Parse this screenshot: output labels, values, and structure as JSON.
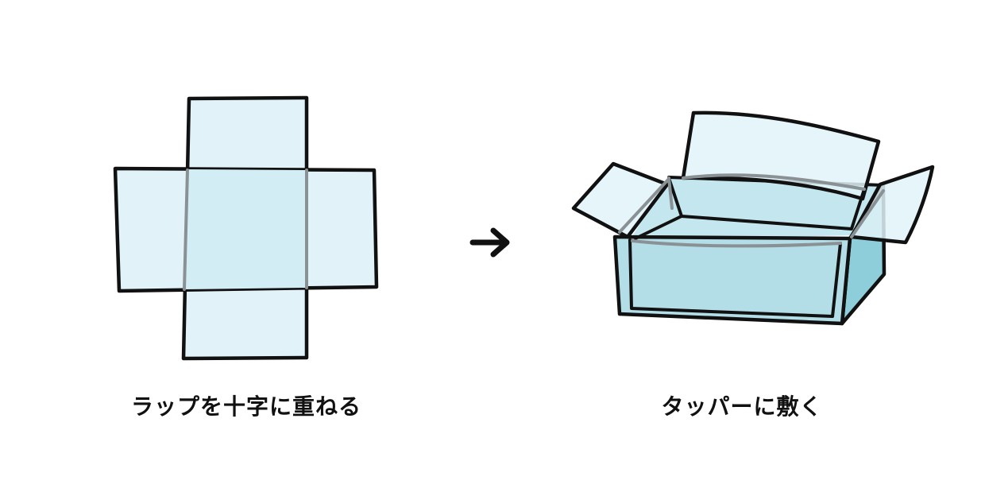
{
  "steps": [
    {
      "caption": "ラップを十字に重ねる",
      "illustration": "crossed-wrap-sheets"
    },
    {
      "caption": "タッパーに敷く",
      "illustration": "wrap-lined-container"
    }
  ],
  "arrow": "right-arrow-icon",
  "colors": {
    "wrap_fill": "#e1f3f8",
    "wrap_overlap": "#d3edf4",
    "container_front": "#b3dde7",
    "container_side": "#8ecdda",
    "container_inner": "#c4e6ee",
    "outline": "#111111",
    "hidden_edge": "#8a9194"
  }
}
